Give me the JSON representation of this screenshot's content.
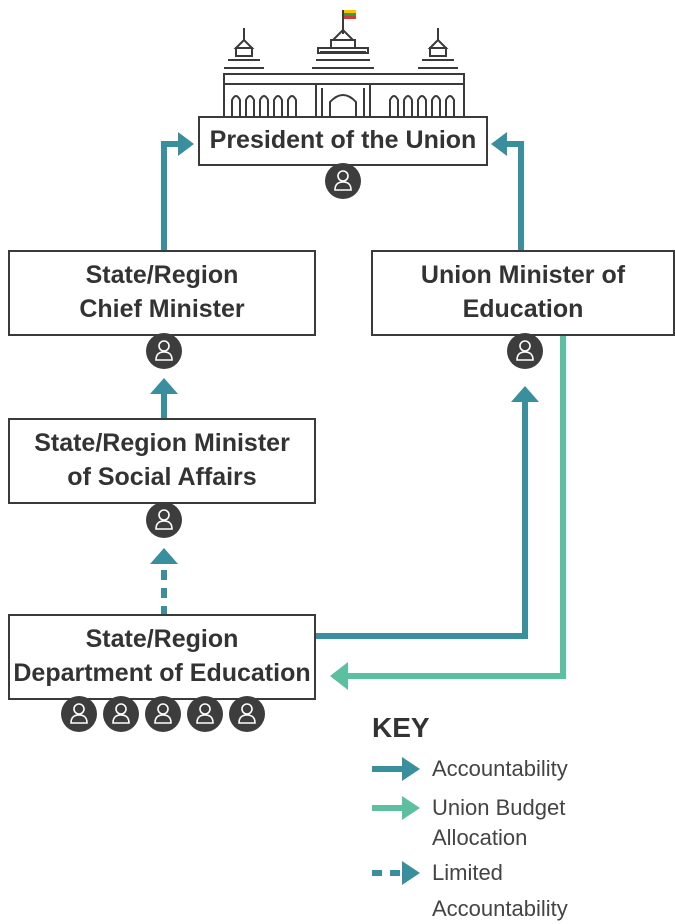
{
  "nodes": {
    "president": {
      "label": "President of the Union"
    },
    "chief_minister": {
      "line1": "State/Region",
      "line2": "Chief Minister"
    },
    "union_minister": {
      "line1": "Union Minister of",
      "line2": "Education"
    },
    "social_minister": {
      "line1": "State/Region Minister",
      "line2": "of Social Affairs"
    },
    "department": {
      "line1": "State/Region",
      "line2": "Department of Education"
    }
  },
  "key": {
    "title": "KEY",
    "accountability": "Accountability",
    "budget_line1": "Union Budget",
    "budget_line2": "Allocation",
    "limited_line1": "Limited",
    "limited_line2": "Accountability"
  },
  "colors": {
    "accountability": "#3a8f9e",
    "budget": "#5cbfa0",
    "box_border": "#3a3a3a",
    "person": "#3d3d3d"
  },
  "icons": [
    "parliament-building-icon",
    "myanmar-flag-icon",
    "person-icon",
    "arrow-icon"
  ]
}
